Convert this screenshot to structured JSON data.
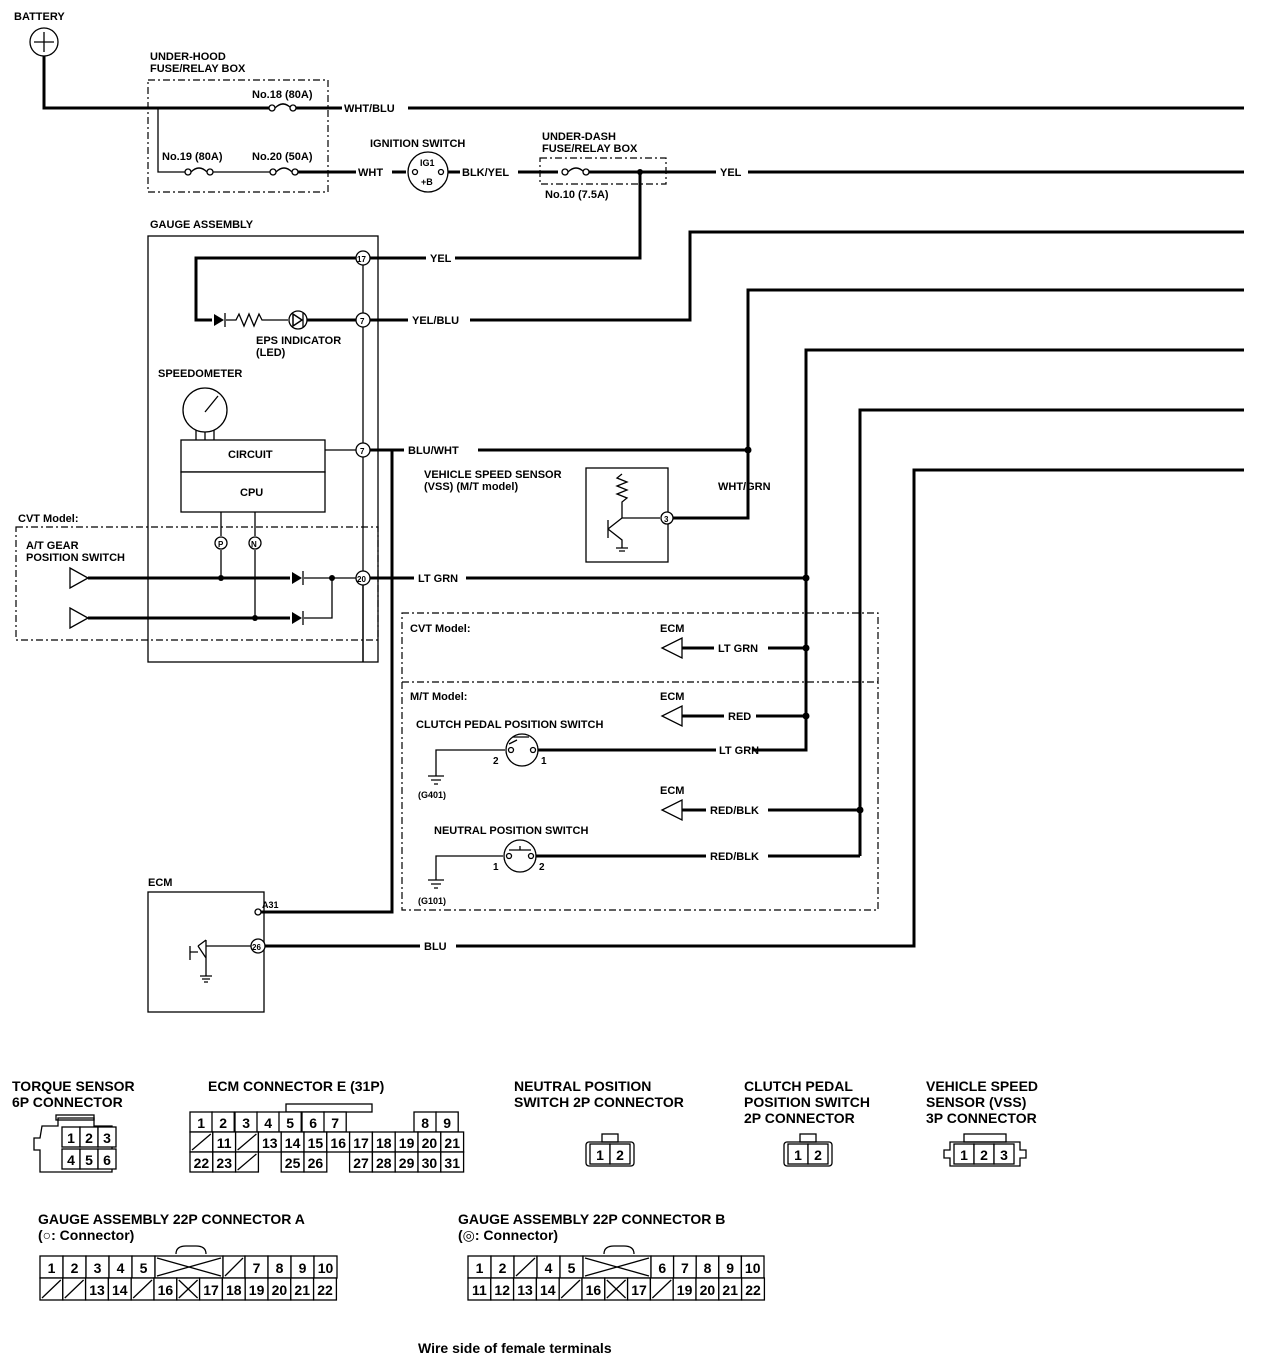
{
  "power": {
    "battery": "BATTERY",
    "underhood_title_1": "UNDER-HOOD",
    "underhood_title_2": "FUSE/RELAY BOX",
    "fuse18": "No.18 (80A)",
    "fuse19": "No.19 (80A)",
    "fuse20": "No.20 (50A)",
    "ignition": "IGNITION SWITCH",
    "ig1": "IG1",
    "ig_plus_b": "+B",
    "underdash_title_1": "UNDER-DASH",
    "underdash_title_2": "FUSE/RELAY BOX",
    "fuse10": "No.10 (7.5A)"
  },
  "wires": {
    "wht_blu": "WHT/BLU",
    "wht": "WHT",
    "blk_yel": "BLK/YEL",
    "yel_top": "YEL",
    "yel_gauge": "YEL",
    "yel_blu": "YEL/BLU",
    "blu_wht": "BLU/WHT",
    "wht_grn": "WHT/GRN",
    "lt_grn_gauge": "LT GRN",
    "lt_grn_ecm": "LT GRN",
    "red": "RED",
    "lt_grn_clutch": "LT GRN",
    "red_blk_ecm": "RED/BLK",
    "red_blk_neutral": "RED/BLK",
    "blu": "BLU"
  },
  "gauge": {
    "title": "GAUGE ASSEMBLY",
    "pin17": "17",
    "pin7a": "7",
    "pin7b": "7",
    "pin20": "20",
    "eps_1": "EPS INDICATOR",
    "eps_2": "(LED)",
    "speedometer": "SPEEDOMETER",
    "circuit": "CIRCUIT",
    "cpu": "CPU",
    "p": "P",
    "n": "N"
  },
  "cvt_left": {
    "title": "CVT Model:",
    "switch_1": "A/T GEAR",
    "switch_2": "POSITION SWITCH"
  },
  "vss": {
    "title_1": "VEHICLE SPEED SENSOR",
    "title_2": "(VSS) (M/T model)",
    "pin": "3"
  },
  "right_box": {
    "cvt": "CVT Model:",
    "mt": "M/T Model:",
    "ecm1": "ECM",
    "ecm2": "ECM",
    "ecm3": "ECM",
    "clutch_switch": "CLUTCH PEDAL POSITION SWITCH",
    "neutral_switch": "NEUTRAL POSITION SWITCH",
    "g401": "(G401)",
    "g101": "(G101)",
    "c_pin2": "2",
    "c_pin1": "1",
    "n_pin1": "1",
    "n_pin2": "2"
  },
  "ecm": {
    "title": "ECM",
    "a31": "A31",
    "pin26": "26"
  },
  "connectors": {
    "torque_1": "TORQUE SENSOR",
    "torque_2": "6P CONNECTOR",
    "torque_pins": [
      "1",
      "2",
      "3",
      "4",
      "5",
      "6"
    ],
    "ecm_conn": "ECM CONNECTOR E (31P)",
    "ecm_row1": [
      "1",
      "2",
      "3",
      "4",
      "5",
      "6",
      "7",
      "",
      "8",
      "9"
    ],
    "ecm_row2": [
      "/",
      "11",
      "/",
      "13",
      "14",
      "15",
      "16",
      "17",
      "18",
      "19",
      "20",
      "21"
    ],
    "ecm_row3": [
      "22",
      "23",
      "/",
      "",
      "25",
      "26",
      "",
      "27",
      "28",
      "29",
      "30",
      "31"
    ],
    "neutral_1": "NEUTRAL POSITION",
    "neutral_2": "SWITCH 2P CONNECTOR",
    "clutch_1": "CLUTCH PEDAL",
    "clutch_2": "POSITION SWITCH",
    "clutch_3": "2P CONNECTOR",
    "vss_1": "VEHICLE SPEED",
    "vss_2": "SENSOR (VSS)",
    "vss_3": "3P CONNECTOR",
    "two_pins": [
      "1",
      "2"
    ],
    "three_pins": [
      "1",
      "2",
      "3"
    ],
    "gauge_a_1": "GAUGE ASSEMBLY 22P CONNECTOR A",
    "gauge_a_2": "(○: Connector)",
    "gauge_b_1": "GAUGE ASSEMBLY 22P CONNECTOR B",
    "gauge_b_2": "(◎: Connector)",
    "gauge_a_row1": [
      "1",
      "2",
      "3",
      "4",
      "5",
      "",
      "7",
      "8",
      "9",
      "10"
    ],
    "gauge_a_row2": [
      "/",
      "/",
      "13",
      "14",
      "/",
      "16",
      "X",
      "17",
      "18",
      "19",
      "20",
      "21",
      "22"
    ],
    "gauge_b_row1": [
      "1",
      "2",
      "/",
      "4",
      "5",
      "",
      "6",
      "7",
      "8",
      "9",
      "10"
    ],
    "gauge_b_row2": [
      "11",
      "12",
      "13",
      "14",
      "/",
      "16",
      "X",
      "17",
      "/",
      "19",
      "20",
      "21",
      "22"
    ],
    "footer": "Wire side of female terminals"
  }
}
